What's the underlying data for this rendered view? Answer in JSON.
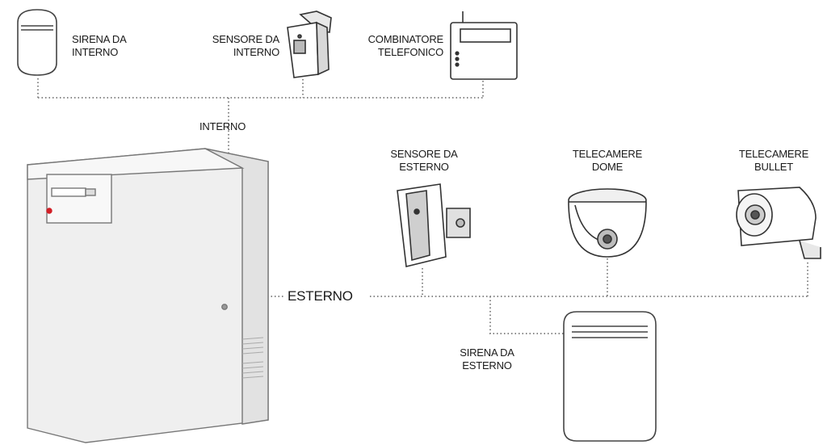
{
  "labels": {
    "indoor_siren": [
      "SIRENA DA",
      "INTERNO"
    ],
    "indoor_sensor": [
      "SENSORE DA",
      "INTERNO"
    ],
    "dialer": [
      "COMBINATORE",
      "TELEFONICO"
    ],
    "indoor_bus": "INTERNO",
    "outdoor_sensor": [
      "SENSORE DA",
      "ESTERNO"
    ],
    "dome_cameras": [
      "TELECAMERE",
      "DOME"
    ],
    "bullet_cameras": [
      "TELECAMERE",
      "BULLET"
    ],
    "outdoor_bus": "ESTERNO",
    "outdoor_siren": [
      "SIRENA DA",
      "ESTERNO"
    ]
  },
  "colors": {
    "line": "#555555",
    "dots": "#888888",
    "panel_fill": "#f2f2f2",
    "brand_red": "#d21f26"
  }
}
